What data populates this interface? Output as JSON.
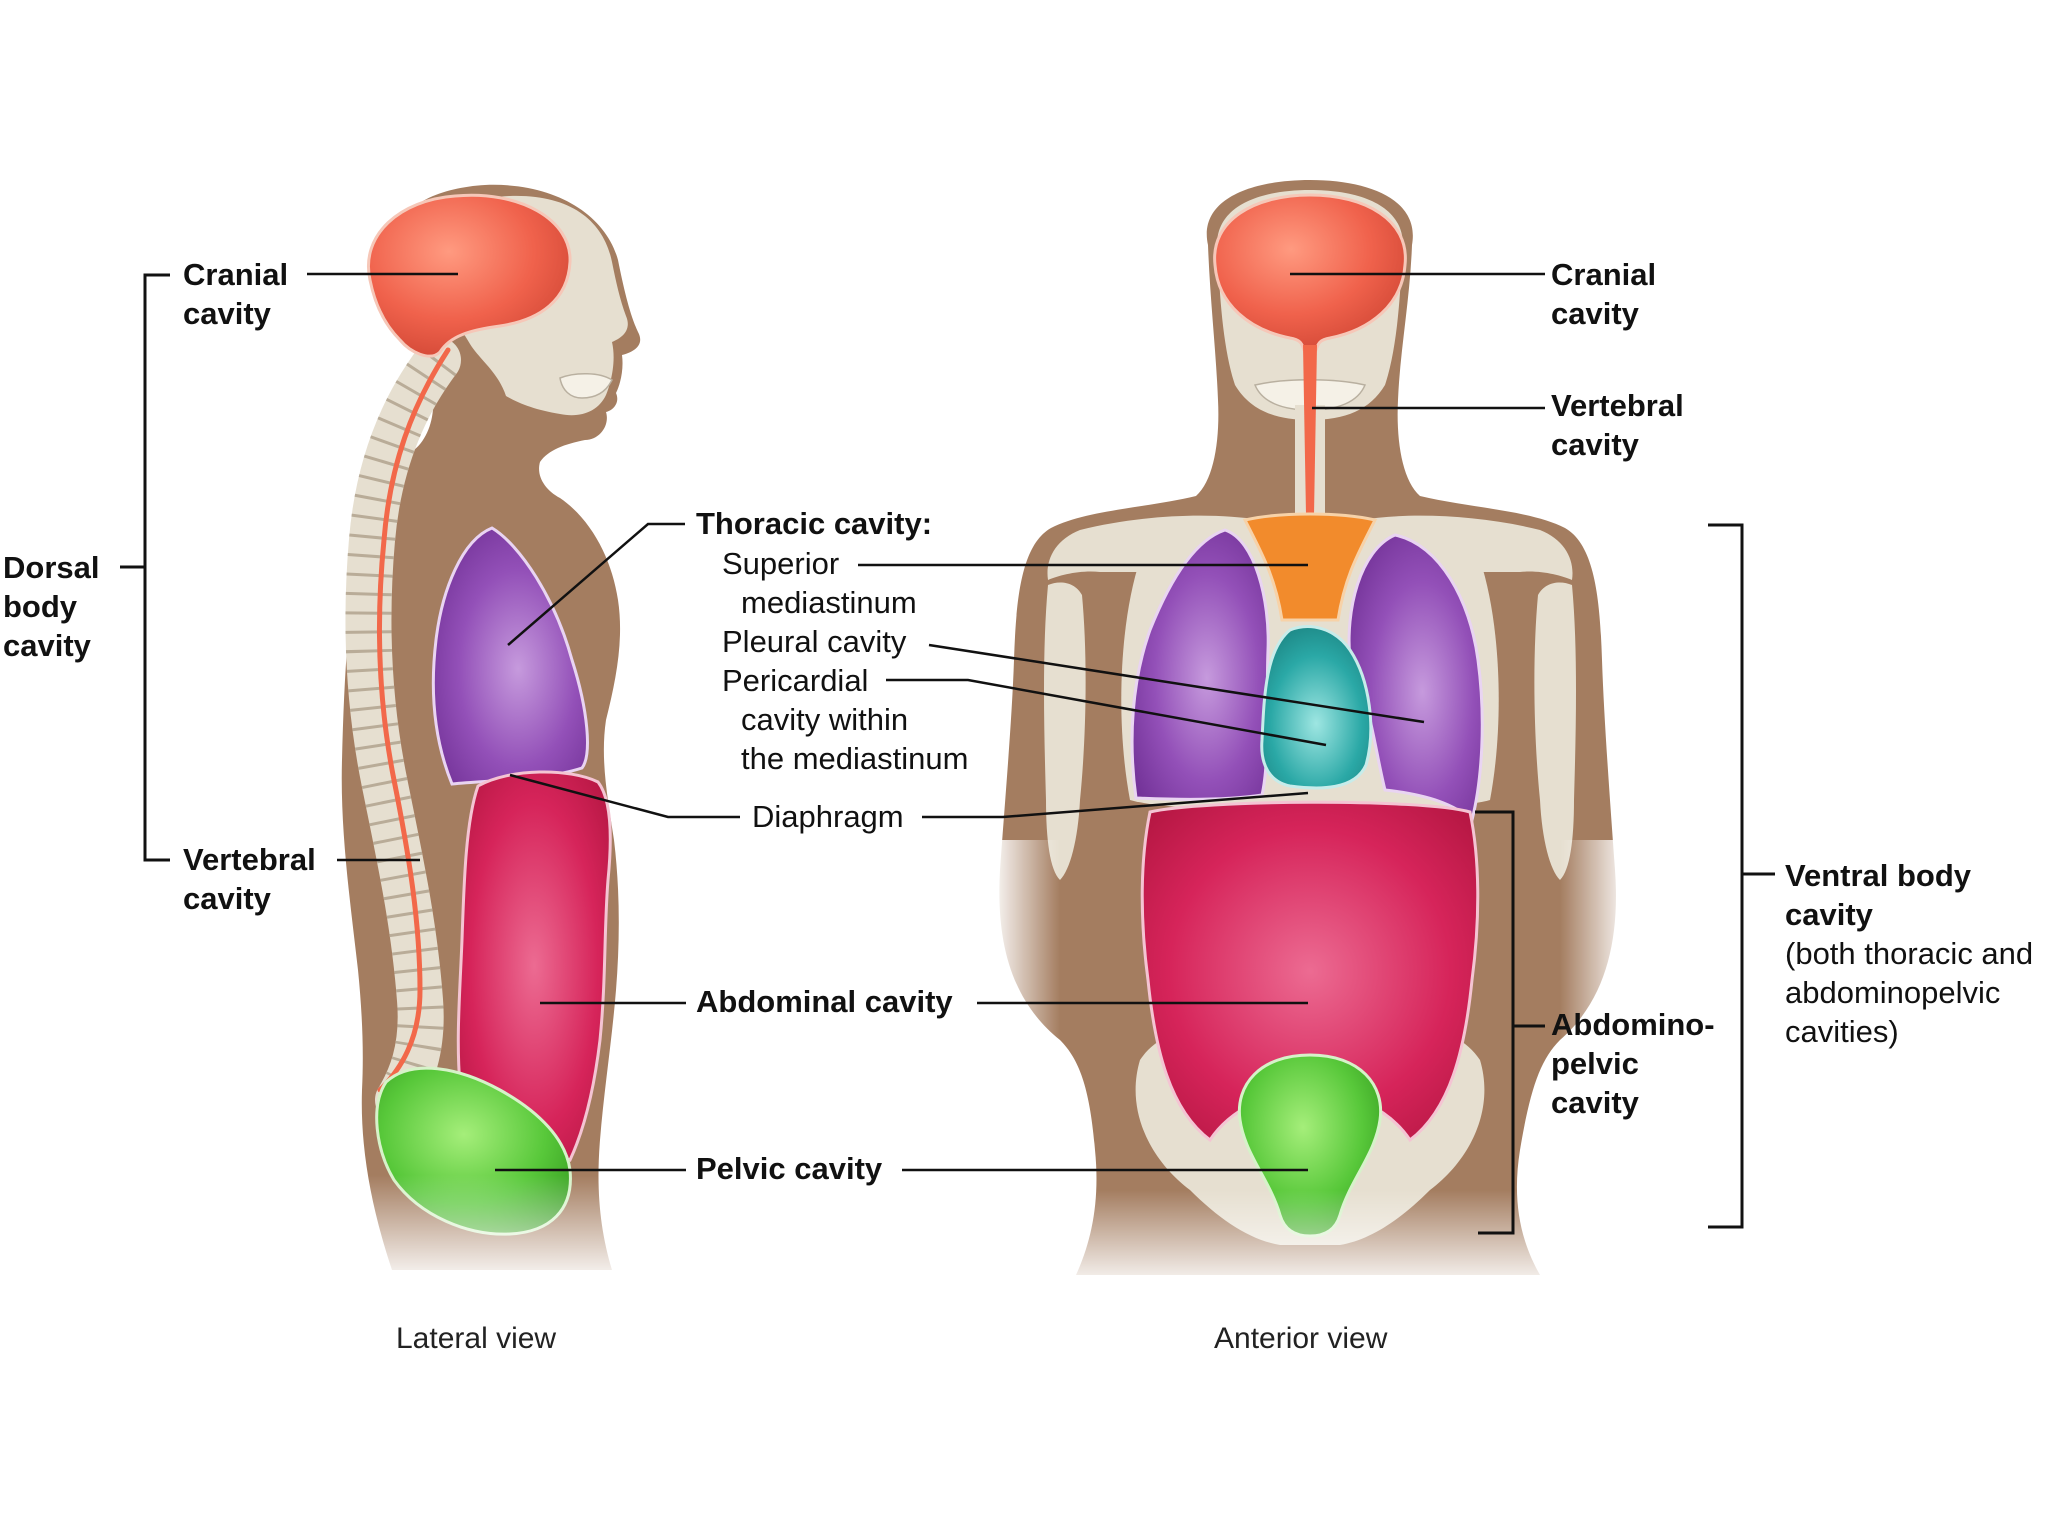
{
  "dorsal": {
    "line1": "Dorsal",
    "line2": "body",
    "line3": "cavity"
  },
  "lateral": {
    "cranial_line1": "Cranial",
    "cranial_line2": "cavity",
    "vertebral_line1": "Vertebral",
    "vertebral_line2": "cavity",
    "caption": "Lateral view"
  },
  "center": {
    "thoracic_heading": "Thoracic cavity:",
    "superior_line1": "Superior",
    "superior_line2": "mediastinum",
    "pleural": "Pleural cavity",
    "pericardial_line1": "Pericardial",
    "pericardial_line2": "cavity within",
    "pericardial_line3": "the mediastinum",
    "diaphragm": "Diaphragm",
    "abdominal": "Abdominal cavity",
    "pelvic": "Pelvic cavity"
  },
  "anterior": {
    "cranial_line1": "Cranial",
    "cranial_line2": "cavity",
    "vertebral_line1": "Vertebral",
    "vertebral_line2": "cavity",
    "abdominopelvic_line1": "Abdomino-",
    "abdominopelvic_line2": "pelvic",
    "abdominopelvic_line3": "cavity",
    "caption": "Anterior view"
  },
  "ventral": {
    "line1": "Ventral body",
    "line2": "cavity",
    "note_line1": "(both thoracic and",
    "note_line2": "abdominopelvic",
    "note_line3": "cavities)"
  },
  "colors": {
    "skin": "#a47d60",
    "bone": "#e6dfd0",
    "cranial": "#f0624c",
    "vertebral": "#f2684a",
    "thoracic": "#9350b8",
    "mediastinum": "#f28b2c",
    "pericardial": "#2aa8a6",
    "abdominal": "#d6245a",
    "pelvic": "#58c83a",
    "leader": "#111111"
  }
}
